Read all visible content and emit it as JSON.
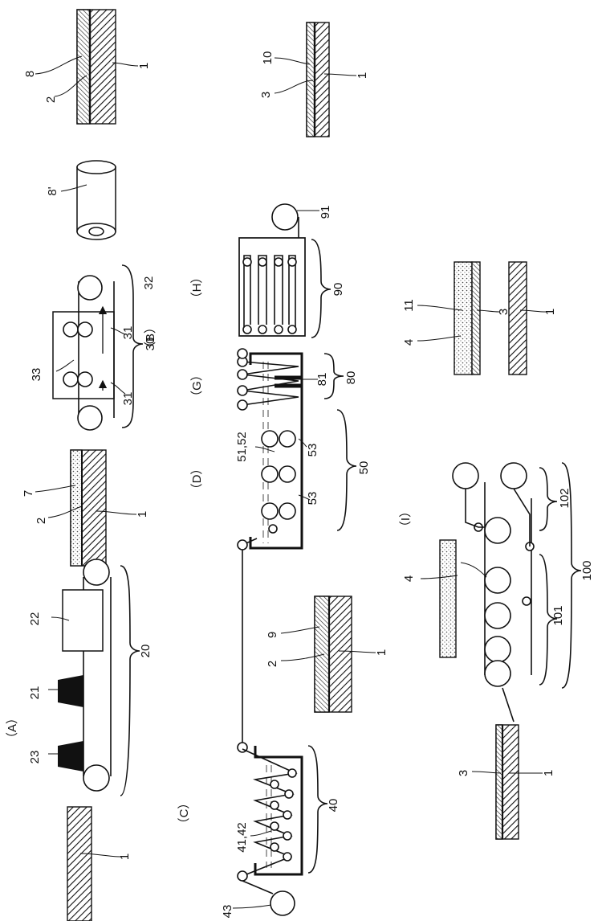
{
  "panels": {
    "A": "（A）",
    "B": "（B）",
    "C": "（C）",
    "D": "（D）",
    "G": "（G）",
    "H": "（H）",
    "I": "（I）"
  },
  "labels": {
    "top_left": {
      "r1": "8",
      "r2": "2",
      "r3": "1"
    },
    "top_right": {
      "r1": "10",
      "r2": "3",
      "r3": "1"
    },
    "roll_8p": "8'",
    "b": {
      "l32": "32",
      "l33": "33",
      "l31a": "31",
      "l31b": "31",
      "l30": "30"
    },
    "h": {
      "l91": "91",
      "l90": "90"
    },
    "layer7": {
      "l7": "7",
      "l2": "2",
      "l1": "1"
    },
    "d": {
      "l5152": "51,52",
      "l53a": "53",
      "l53b": "53",
      "l50": "50"
    },
    "g": {
      "l81": "81",
      "l80": "80"
    },
    "layer11": {
      "l11": "11",
      "l4": "4",
      "l3": "3",
      "l1": "1"
    },
    "a": {
      "l22": "22",
      "l21": "21",
      "l23": "23",
      "l20": "20"
    },
    "layer9": {
      "l9": "9",
      "l2": "2",
      "l1": "1"
    },
    "i": {
      "l4": "4",
      "l102": "102",
      "l101": "101",
      "l100": "100"
    },
    "c": {
      "l4142": "41,42",
      "l40": "40",
      "l43": "43"
    },
    "bottom_left": {
      "l1": "1"
    },
    "bottom_right": {
      "l3": "3",
      "l1": "1"
    }
  },
  "colors": {
    "ink": "#111111",
    "paper": "#ffffff"
  }
}
